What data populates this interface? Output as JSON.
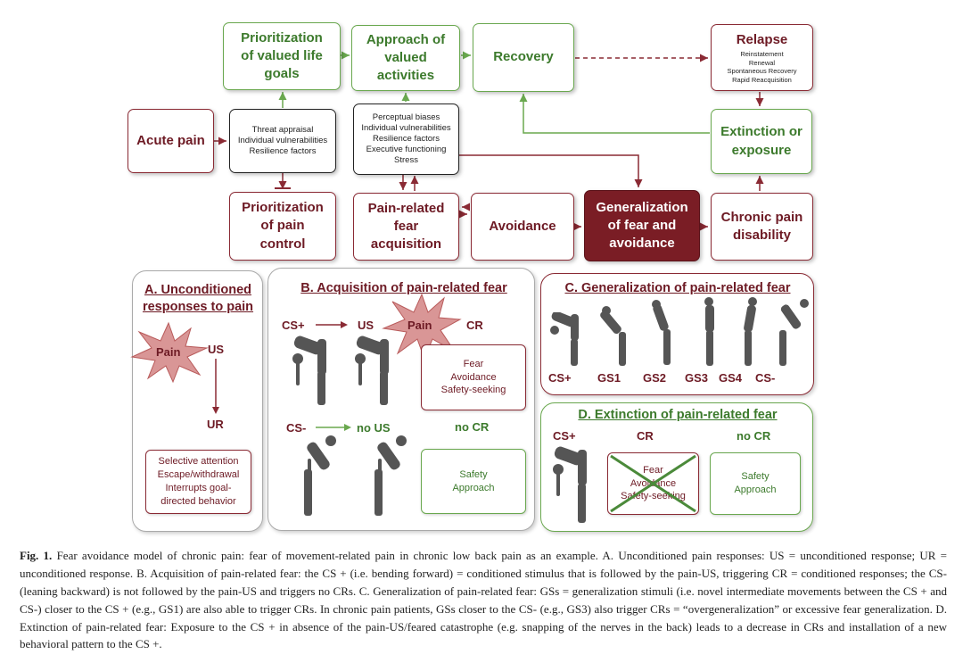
{
  "model": {
    "prioritization_life_goals": "Prioritization\nof valued life\ngoals",
    "approach_activities": "Approach of\nvalued\nactivities",
    "recovery": "Recovery",
    "relapse": {
      "title": "Relapse",
      "items": [
        "Reinstatement",
        "Renewal",
        "Spontaneous Recovery",
        "Rapid Reacquisition"
      ]
    },
    "acute_pain": "Acute pain",
    "threat_box": "Threat appraisal\nIndividual vulnerabilities\nResilience factors",
    "perceptual_box": "Perceptual biases\nIndividual vulnerabilities\nResilience factors\nExecutive functioning\nStress",
    "extinction_exposure": "Extinction or\nexposure",
    "prioritization_pain_control": "Prioritization\nof pain\ncontrol",
    "pain_related_fear_acquisition": "Pain-related\nfear\nacquisition",
    "avoidance": "Avoidance",
    "generalization": "Generalization\nof fear and\navoidance",
    "chronic_pain_disability": "Chronic pain\ndisability"
  },
  "panel_a": {
    "title": "A. Unconditioned\nresponses to pain",
    "pain": "Pain",
    "us": "US",
    "ur": "UR",
    "responses": "Selective attention\nEscape/withdrawal\nInterrupts goal-\ndirected behavior"
  },
  "panel_b": {
    "title": "B. Acquisition of pain-related fear",
    "cs_plus": "CS+",
    "us": "US",
    "pain": "Pain",
    "cr": "CR",
    "cs_minus": "CS-",
    "no_us": "no US",
    "no_cr": "no CR",
    "fear_box": "Fear\nAvoidance\nSafety-seeking",
    "safety_box": "Safety\nApproach"
  },
  "panel_c": {
    "title": "C. Generalization of pain-related fear",
    "labels": [
      "CS+",
      "GS1",
      "GS2",
      "GS3",
      "GS4",
      "CS-"
    ]
  },
  "panel_d": {
    "title": "D. Extinction of pain-related fear",
    "cs_plus": "CS+",
    "cr": "CR",
    "no_cr": "no CR",
    "crossed_box": "Fear\nAvoidance\nSafety-seeking",
    "safety_box": "Safety\nApproach"
  },
  "caption": {
    "label": "Fig. 1.",
    "text": " Fear avoidance model of chronic pain: fear of movement-related pain in chronic low back pain as an example. A. Unconditioned pain responses: US = unconditioned response; UR = unconditioned response. B. Acquisition of pain-related fear: the CS + (i.e. bending forward) = conditioned stimulus that is followed by the pain-US, triggering CR = conditioned responses; the CS- (leaning backward) is not followed by the pain-US and triggers no CRs. C. Generalization of pain-related fear: GSs = generalization stimuli (i.e. novel intermediate movements between the CS + and CS-) closer to the CS + (e.g., GS1) are also able to trigger CRs. In chronic pain patients, GSs closer to the CS- (e.g., GS3) also trigger CRs = “overgeneralization” or excessive fear generalization. D. Extinction of pain-related fear: Exposure to the CS + in absence of the pain-US/feared catastrophe (e.g. snapping of the nerves in the back) leads to a decrease in CRs and installation of a new behavioral pattern to the CS +."
  }
}
